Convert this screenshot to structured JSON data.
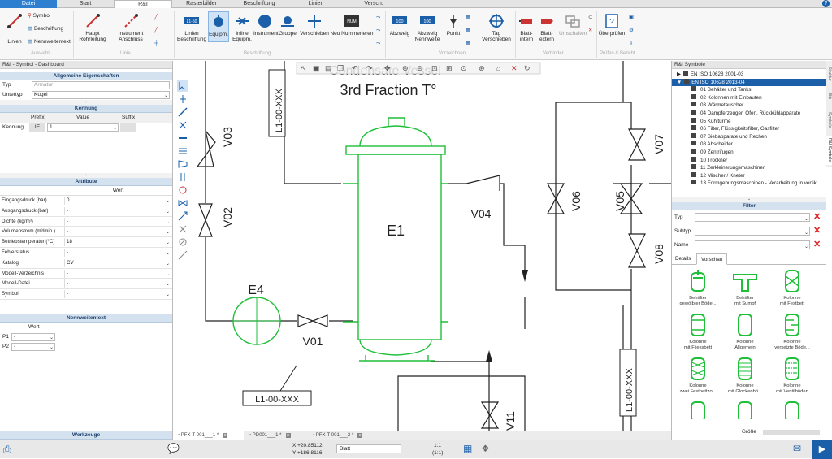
{
  "tabs": [
    "Datei",
    "Start",
    "R&I",
    "Rasterbilder",
    "Beschriftung",
    "Linien",
    "Versch."
  ],
  "ribbon": {
    "auswahl": {
      "linien": "Linien",
      "symbol": "Symbol",
      "beschriftung": "Beschriftung",
      "nennweitentext": "Nennweitentext",
      "group": "Auswahl"
    },
    "linie": {
      "haupt": "Haupt Rohrleitung",
      "instrument": "Instrument Anschluss",
      "group": "Linie"
    },
    "beschriftung": {
      "linien": "Linien Beschriftung",
      "equipm": "Equipm.",
      "inline": "Inline Equipm.",
      "instrument": "Instrument",
      "gruppe": "Gruppe",
      "verschieben": "Verschieben",
      "neu": "Neu Nummerieren",
      "num_badge": "NUM",
      "l150": "L1-50",
      "group": "Beschriftung"
    },
    "vorzeichnen": {
      "abzweig": "Abzweig",
      "abzweig_nw": "Abzweig Nennweite",
      "punkt": "Punkt",
      "tag": "Tag Verschieben",
      "badge": "100",
      "group": "Vorzeichnen"
    },
    "verbinder": {
      "blatt_intern": "Blatt-intern",
      "blatt_extern": "Blatt-extern",
      "umschalten": "Umschalten",
      "group": "Verbinder"
    },
    "pruefen": {
      "ueberpruefen": "Überprüfen",
      "group": "Prüfen & Bericht"
    }
  },
  "left": {
    "panel_title": "R&I - Symbol - Dashboard",
    "allg_header": "Allgemeine Eigenschaften",
    "typ_label": "Typ",
    "typ_value": "Armatur",
    "untertyp_label": "Untertyp",
    "untertyp_value": "Kugel",
    "kennung_header": "Kennung",
    "cols": {
      "prefix": "Prefix",
      "value": "Value",
      "suffix": "Suffix"
    },
    "kennung_label": "Kennung",
    "kennung_prefix": "IE",
    "kennung_value": "1",
    "attribute_header": "Attribute",
    "wert_label": "Wert",
    "attributes": [
      {
        "label": "Eingangsdruck (bar)",
        "value": "0"
      },
      {
        "label": "Ausgangsdruck (bar)",
        "value": "-"
      },
      {
        "label": "Dichte (kg/m³)",
        "value": "-"
      },
      {
        "label": "Volumenstrom (m³/min.)",
        "value": "-"
      },
      {
        "label": "Betriebstemperatur (°C)",
        "value": "18"
      },
      {
        "label": "Fehlerstatus",
        "value": "-"
      },
      {
        "label": "Katalog",
        "value": "CV"
      },
      {
        "label": "Modell-Verzeichnis",
        "value": "-"
      },
      {
        "label": "Modell-Datei",
        "value": "-"
      },
      {
        "label": "Symbol",
        "value": "-"
      }
    ],
    "nennweiten_header": "Nennweitentext",
    "nw_wert": "Wert",
    "p1": "P1",
    "p1_value": "-",
    "p2": "P2",
    "p2_value": "-",
    "werkzeuge": "Werkzeuge"
  },
  "canvas": {
    "title_line1": "Condensate Vessel",
    "title_line2": "3rd Fraction T°",
    "labels": {
      "v03": "V03",
      "v02": "V02",
      "v01": "V01",
      "v04": "V04",
      "v06": "V06",
      "v05": "V05",
      "v07": "V07",
      "v08": "V08",
      "v11": "V11",
      "e1": "E1",
      "e4": "E4",
      "line1": "L1-00-XXX",
      "line2": "L1-00-XXX",
      "line3": "L1-00-XXX"
    }
  },
  "doc_tabs": [
    "PFX-T-001___1 *",
    "PD001___1 *",
    "PFX-T-001___2 *"
  ],
  "right": {
    "title": "R&I Symbole",
    "tree": [
      {
        "label": "EN ISO 10628 2001-03",
        "level": 0,
        "sel": false
      },
      {
        "label": "EN ISO 10628 2013-04",
        "level": 0,
        "sel": true
      },
      {
        "label": "01 Behälter und Tanks",
        "level": 1,
        "sel": false
      },
      {
        "label": "02 Kolonnen mit Einbauten",
        "level": 1,
        "sel": false
      },
      {
        "label": "03 Wärmetauscher",
        "level": 1,
        "sel": false
      },
      {
        "label": "04 Dampferzeuger, Öfen, Rückkühlapparate",
        "level": 1,
        "sel": false
      },
      {
        "label": "05 Kühltürme",
        "level": 1,
        "sel": false
      },
      {
        "label": "06 Filter, Flüssigkeitsfilter, Gasfilter",
        "level": 1,
        "sel": false
      },
      {
        "label": "07 Siebapparate und Rechen",
        "level": 1,
        "sel": false
      },
      {
        "label": "08 Abscheider",
        "level": 1,
        "sel": false
      },
      {
        "label": "09 Zentrifugen",
        "level": 1,
        "sel": false
      },
      {
        "label": "10 Trockner",
        "level": 1,
        "sel": false
      },
      {
        "label": "11 Zerkleinerungsmaschinen",
        "level": 1,
        "sel": false
      },
      {
        "label": "12 Mischer / Kneter",
        "level": 1,
        "sel": false
      },
      {
        "label": "13 Formgebungsmaschinen - Verarbeitung in vertik",
        "level": 1,
        "sel": false
      }
    ],
    "filter": "Filter",
    "filter_typ": "Typ",
    "filter_subtyp": "Subtyp",
    "filter_name": "Name",
    "tab_details": "Details",
    "tab_vorschau": "Vorschau",
    "symbols": [
      {
        "l1": "Behälter",
        "l2": "gewölbter Böde..."
      },
      {
        "l1": "Behälter",
        "l2": "mit Sumpf"
      },
      {
        "l1": "Kolonne",
        "l2": "mit Festbett"
      },
      {
        "l1": "Kolonne",
        "l2": "mit Fliessbett"
      },
      {
        "l1": "Kolonne",
        "l2": "Allgemein"
      },
      {
        "l1": "Kolonne",
        "l2": "versetzte Böde..."
      },
      {
        "l1": "Kolonne",
        "l2": "zwei Festbettzo..."
      },
      {
        "l1": "Kolonne",
        "l2": "mit Glockenbö..."
      },
      {
        "l1": "Kolonne",
        "l2": "mit Ventilböden"
      }
    ],
    "groesse": "Größe",
    "vtabs": [
      "Struktur",
      "Bib",
      "Symbole",
      "R&I Symbole"
    ]
  },
  "status": {
    "x": "X +20.85112",
    "y": "Y +186.8116",
    "blatt": "Blatt",
    "scale1": "1:1",
    "scale2": "(1:1)"
  },
  "colors": {
    "file_tab": "#2f7fd0",
    "accent": "#1a5fa8",
    "symbol_green": "#1fbf3a",
    "selection": "#1a5fa8"
  }
}
